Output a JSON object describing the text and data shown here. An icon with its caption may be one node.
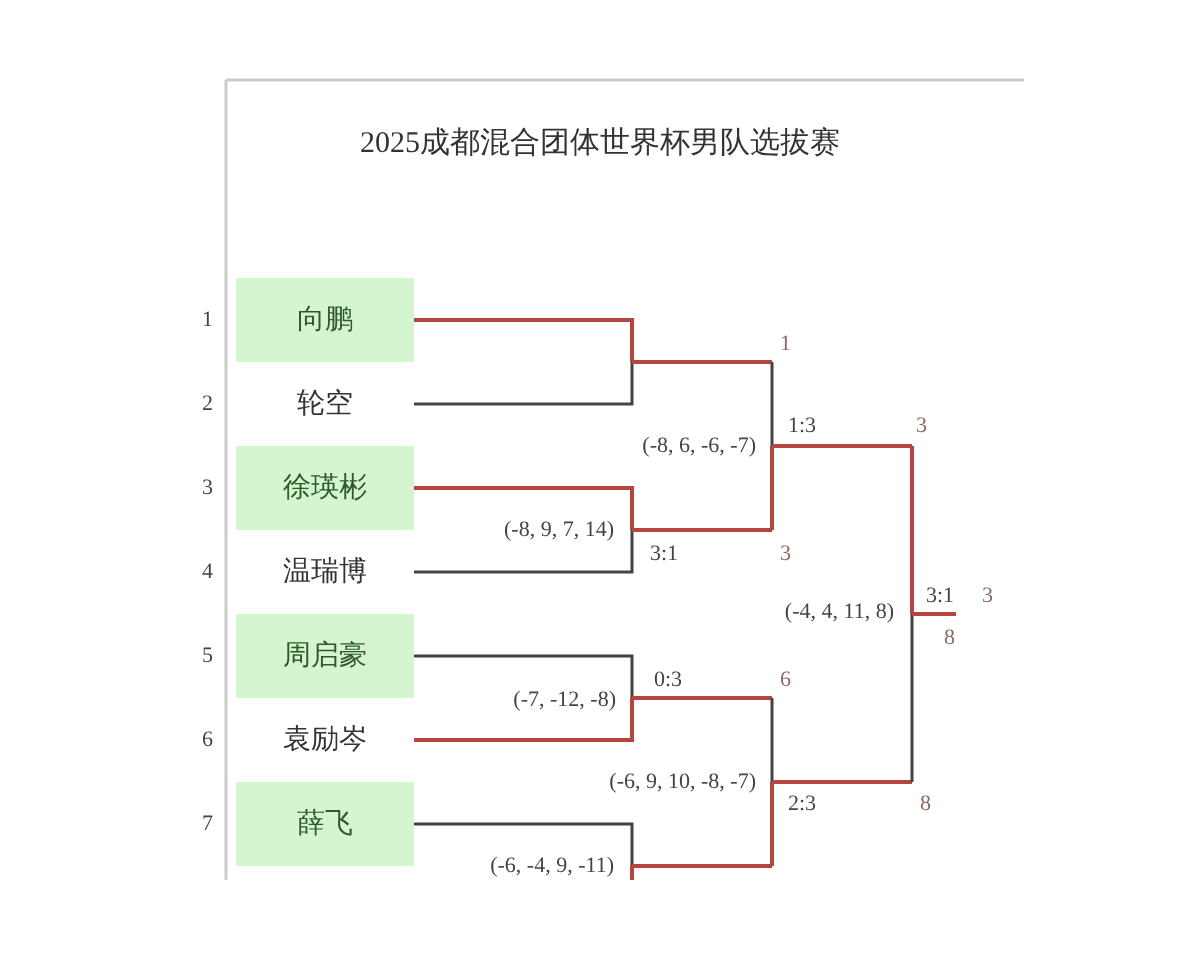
{
  "diagram": {
    "title": "2025成都混合团体世界杯男队选拔赛",
    "nodes": [
      {
        "text": [
          "向鹏"
        ]
      },
      {
        "text": [
          "轮空"
        ]
      },
      {
        "text": [
          "徐瑛彬"
        ]
      },
      {
        "text": [
          "温瑞博"
        ]
      },
      {
        "text": [
          "周启豪"
        ]
      },
      {
        "text": [
          "袁励岑"
        ]
      },
      {
        "text": [
          "薛飞"
        ]
      }
    ],
    "labels": [
      "1",
      "2",
      "3",
      "4",
      "5",
      "6",
      "7",
      "1",
      "(-8, 6, -6, -7)",
      "1:3",
      "3",
      "(-8, 9, 7, 14)",
      "3:1",
      "3",
      "(-4, 4, 11, 8)",
      "3:1",
      "3",
      "8",
      "0:3",
      "6",
      "(-7, -12, -8)",
      "(-6, 9, 10, -8, -7)",
      "2:3",
      "8",
      "(-6, -4, 9, -11)"
    ]
  }
}
